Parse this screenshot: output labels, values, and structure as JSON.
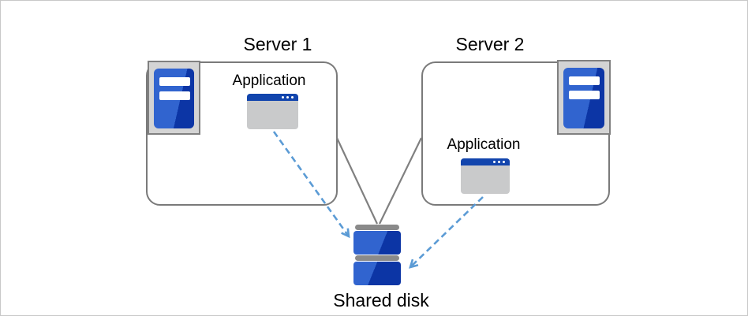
{
  "servers": [
    {
      "title": "Server 1",
      "application_label": "Application"
    },
    {
      "title": "Server 2",
      "application_label": "Application"
    }
  ],
  "shared_disk": {
    "label": "Shared disk"
  },
  "connections": [
    {
      "from": "server1-box",
      "to": "shared-disk",
      "type": "solid-line"
    },
    {
      "from": "server2-box",
      "to": "shared-disk",
      "type": "solid-line"
    },
    {
      "from": "server1-application",
      "to": "shared-disk",
      "type": "dashed-arrow"
    },
    {
      "from": "server2-application",
      "to": "shared-disk",
      "type": "dashed-arrow"
    }
  ],
  "icon_names": {
    "server_tower": "server-tower-icon",
    "application_window": "application-window-icon",
    "shared_disk_stack": "shared-disk-stack-icon"
  },
  "colors": {
    "canvas_border": "#c8c8c8",
    "box_border": "#7a7a7a",
    "line_gray": "#808080",
    "frame_gray": "#d4d4d4",
    "frame_border": "#808080",
    "blue_light": "#3164cf",
    "blue_dark": "#0c35a5",
    "titlebar_blue": "#1245ad",
    "window_gray": "#c9cacb",
    "disk_cap_gray": "#8a8a8a",
    "arrow_blue": "#5b9bd5",
    "text_color": "#000000"
  }
}
